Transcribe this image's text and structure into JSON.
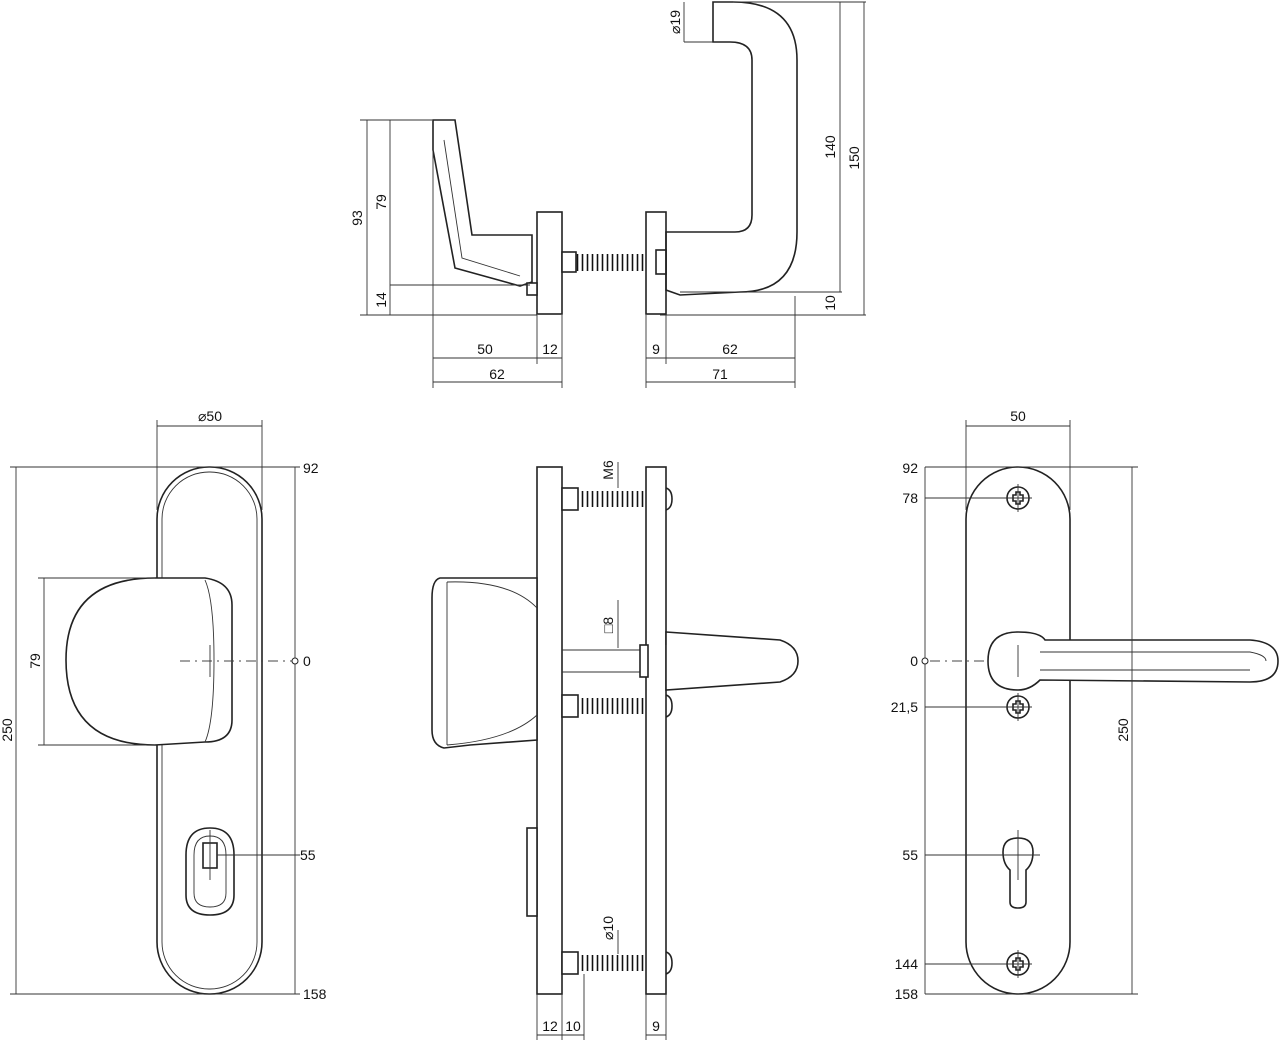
{
  "top_view": {
    "left_height_outer": "93",
    "left_height_inner": "79",
    "left_base": "14",
    "left_len": "50",
    "left_rose": "12",
    "left_total": "62",
    "right_diameter": "⌀19",
    "right_height_inner": "140",
    "right_height_outer": "150",
    "right_base": "10",
    "right_rose": "9",
    "right_len": "62",
    "right_total": "71"
  },
  "knob_view": {
    "diameter": "⌀50",
    "height": "250",
    "knob_height": "79",
    "top": "92",
    "zero": "0",
    "cylinder": "55",
    "bottom": "158"
  },
  "side_view": {
    "thread": "M6",
    "spindle": "□8",
    "pin": "⌀10",
    "left_plate": "12",
    "gap": "10",
    "right_plate": "9"
  },
  "lever_view": {
    "width": "50",
    "height": "250",
    "top": "92",
    "screw_top": "78",
    "zero": "0",
    "screw_mid": "21,5",
    "cylinder": "55",
    "screw_bottom": "144",
    "bottom": "158"
  }
}
